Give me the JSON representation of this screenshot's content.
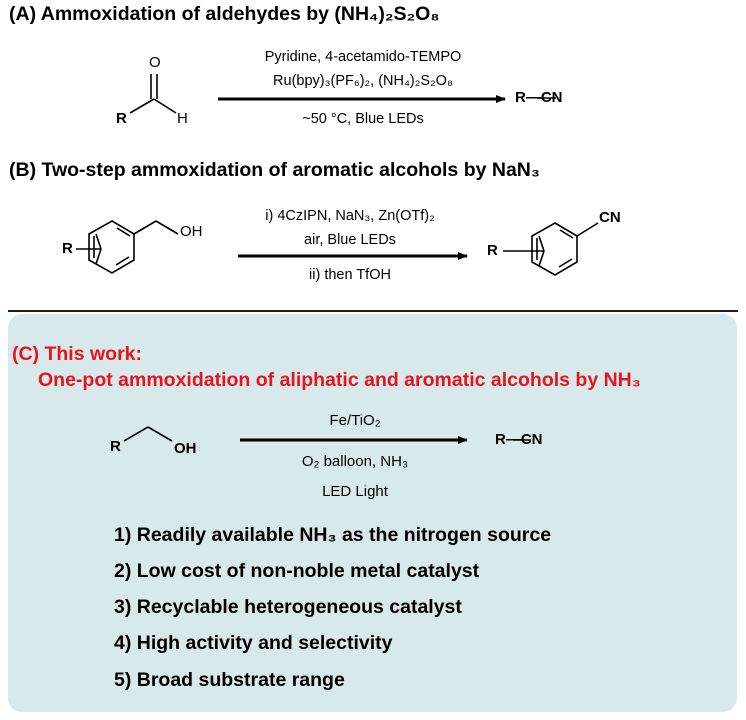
{
  "sectionA": {
    "title": "(A) Ammoxidation of aldehydes by (NH₄)₂S₂O₈",
    "cond1": "Pyridine, 4-acetamido-TEMPO",
    "cond2": "Ru(bpy)₃(PF₆)₂, (NH₄)₂S₂O₈",
    "cond3": "~50 °C,  Blue LEDs",
    "reactant_atoms": {
      "o": "O",
      "r": "R",
      "h": "H"
    },
    "product": "R—CN"
  },
  "sectionB": {
    "title": "(B) Two-step ammoxidation of aromatic alcohols by NaN₃",
    "cond1": "i) 4CzIPN, NaN₃, Zn(OTf)₂",
    "cond2": "air, Blue LEDs",
    "cond3": "ii) then TfOH",
    "reactant_atoms": {
      "r": "R",
      "oh": "OH"
    },
    "product_atoms": {
      "r": "R",
      "cn": "CN"
    }
  },
  "sectionC": {
    "title_line1": "(C) This work:",
    "title_line2": "One-pot ammoxidation of aliphatic and aromatic alcohols by NH₃",
    "cond1": "Fe/TiO₂",
    "cond2": "O₂ balloon, NH₃",
    "cond3": "LED Light",
    "reactant_atoms": {
      "r": "R",
      "oh": "OH"
    },
    "product": "R—CN",
    "features": [
      "1) Readily available NH₃ as the nitrogen source",
      "2) Low cost of non-noble metal catalyst",
      "3) Recyclable heterogeneous catalyst",
      "4) High activity and selectivity",
      "5) Broad substrate range"
    ]
  },
  "colors": {
    "panel_bg": "#d8e9ec",
    "highlight_red": "#e8141b",
    "text": "#000000"
  }
}
